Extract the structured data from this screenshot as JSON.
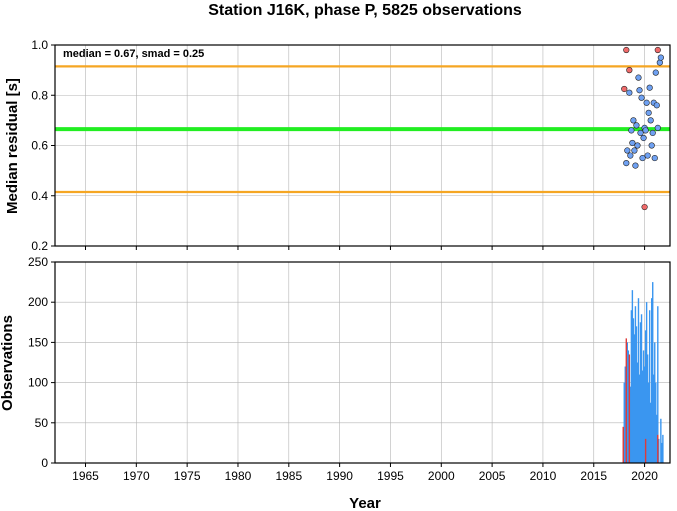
{
  "chart_data": [
    {
      "type": "scatter",
      "title": "Station J16K, phase P, 5825 observations",
      "ylabel": "Median residual [s]",
      "annotation": "median = 0.67, smad = 0.25",
      "xlim": [
        1962,
        2022.5
      ],
      "ylim": [
        0.2,
        1.0
      ],
      "yticks": [
        0.2,
        0.4,
        0.6,
        0.8,
        1.0
      ],
      "ytick_labels": [
        "0.2",
        "0.4",
        "0.6",
        "0.8",
        "1.0"
      ],
      "grid": true,
      "reference_lines": [
        {
          "role": "median",
          "value": 0.665,
          "color": "#22ee22"
        },
        {
          "role": "upper",
          "value": 0.915,
          "color": "#f5a623"
        },
        {
          "role": "lower",
          "value": 0.415,
          "color": "#f5a623"
        }
      ],
      "series": [
        {
          "color": "#6fa1f2",
          "points": [
            [
              2018.2,
              0.53
            ],
            [
              2018.3,
              0.58
            ],
            [
              2018.5,
              0.81
            ],
            [
              2018.6,
              0.56
            ],
            [
              2018.7,
              0.66
            ],
            [
              2018.8,
              0.61
            ],
            [
              2018.9,
              0.7
            ],
            [
              2019.0,
              0.58
            ],
            [
              2019.1,
              0.52
            ],
            [
              2019.2,
              0.68
            ],
            [
              2019.3,
              0.6
            ],
            [
              2019.4,
              0.87
            ],
            [
              2019.5,
              0.82
            ],
            [
              2019.6,
              0.65
            ],
            [
              2019.7,
              0.79
            ],
            [
              2019.8,
              0.55
            ],
            [
              2019.9,
              0.63
            ],
            [
              2020.0,
              0.67
            ],
            [
              2020.1,
              0.66
            ],
            [
              2020.2,
              0.77
            ],
            [
              2020.3,
              0.56
            ],
            [
              2020.4,
              0.73
            ],
            [
              2020.5,
              0.83
            ],
            [
              2020.6,
              0.7
            ],
            [
              2020.7,
              0.6
            ],
            [
              2020.8,
              0.65
            ],
            [
              2020.9,
              0.77
            ],
            [
              2021.0,
              0.55
            ],
            [
              2021.1,
              0.89
            ],
            [
              2021.2,
              0.76
            ],
            [
              2021.3,
              0.67
            ],
            [
              2021.5,
              0.93
            ],
            [
              2021.6,
              0.95
            ]
          ]
        },
        {
          "color": "#ef6a6a",
          "points": [
            [
              2018.0,
              0.825
            ],
            [
              2018.2,
              0.98
            ],
            [
              2018.5,
              0.9
            ],
            [
              2020.0,
              0.355
            ],
            [
              2021.3,
              0.98
            ]
          ]
        }
      ]
    },
    {
      "type": "bar",
      "xlabel": "Year",
      "ylabel": "Observations",
      "xlim": [
        1962,
        2022.5
      ],
      "ylim": [
        0,
        250
      ],
      "yticks": [
        0,
        50,
        100,
        150,
        200,
        250
      ],
      "ytick_labels": [
        "0",
        "50",
        "100",
        "150",
        "200",
        "250"
      ],
      "xticks": [
        1965,
        1970,
        1975,
        1980,
        1985,
        1990,
        1995,
        2000,
        2005,
        2010,
        2015,
        2020
      ],
      "xtick_labels": [
        "1965",
        "1970",
        "1975",
        "1980",
        "1985",
        "1990",
        "1995",
        "2000",
        "2005",
        "2010",
        "2015",
        "2020"
      ],
      "grid": true,
      "series": [
        {
          "color": "#3a96f0",
          "x": [
            2018.0,
            2018.1,
            2018.3,
            2018.4,
            2018.6,
            2018.7,
            2018.8,
            2018.9,
            2019.0,
            2019.1,
            2019.2,
            2019.3,
            2019.4,
            2019.5,
            2019.6,
            2019.7,
            2019.8,
            2019.9,
            2020.0,
            2020.1,
            2020.2,
            2020.3,
            2020.4,
            2020.5,
            2020.6,
            2020.7,
            2020.8,
            2020.9,
            2021.0,
            2021.1,
            2021.2,
            2021.3,
            2021.4,
            2021.6,
            2021.7,
            2021.8
          ],
          "values": [
            100,
            120,
            150,
            140,
            95,
            190,
            215,
            180,
            160,
            195,
            170,
            125,
            205,
            110,
            175,
            185,
            115,
            140,
            120,
            165,
            200,
            135,
            100,
            190,
            75,
            205,
            225,
            110,
            150,
            100,
            60,
            195,
            30,
            55,
            25,
            35
          ]
        },
        {
          "color": "#dd3b3b",
          "x": [
            2017.9,
            2018.2,
            2018.5,
            2020.1,
            2021.3
          ],
          "values": [
            45,
            155,
            135,
            30,
            35
          ]
        }
      ]
    }
  ]
}
